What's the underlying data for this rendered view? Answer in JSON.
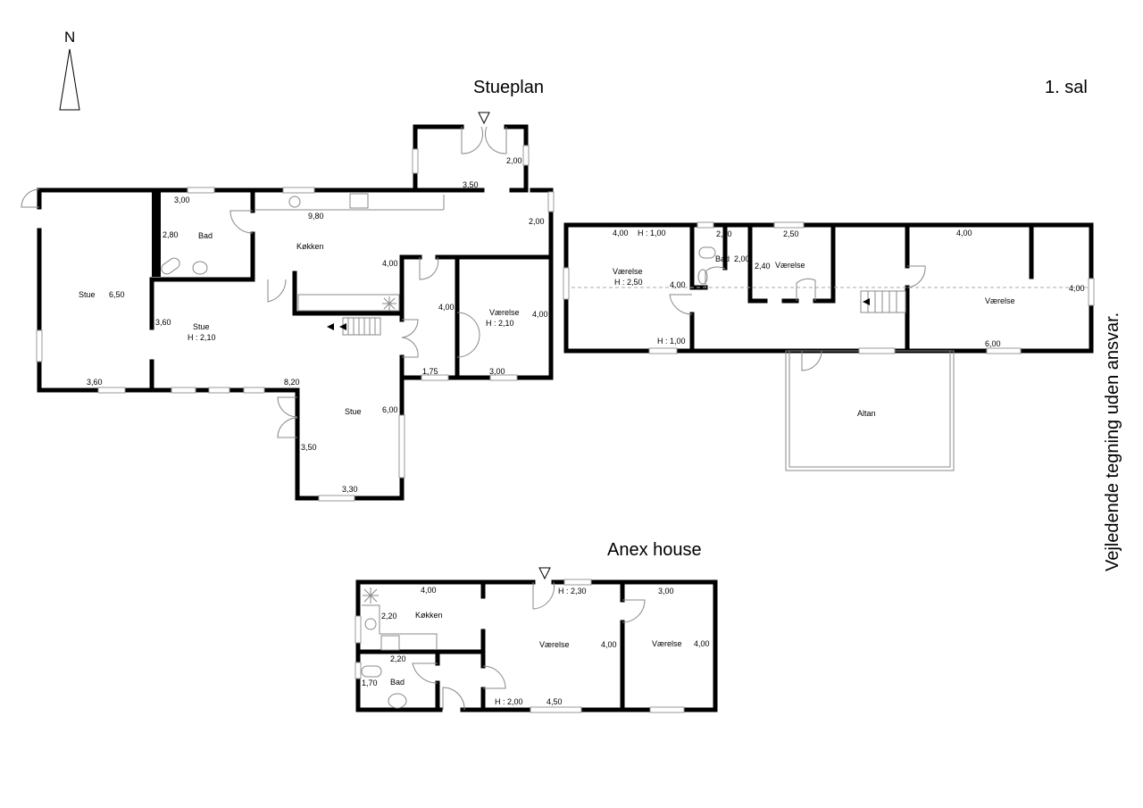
{
  "north_label": "N",
  "disclaimer": "Vejledende tegning uden ansvar.",
  "stueplan": {
    "title": "Stueplan",
    "rooms": [
      "Stue",
      "Bad",
      "Køkken",
      "Stue",
      "H : 2,10",
      "Værelse",
      "H : 2,10",
      "Stue"
    ],
    "dims": [
      "3,00",
      "9,80",
      "3,50",
      "2,00",
      "2,00",
      "2,80",
      "6,50",
      "4,00",
      "4,00",
      "4,00",
      "3,60",
      "3,60",
      "8,20",
      "1,75",
      "3,00",
      "6,00",
      "3,50",
      "3,30"
    ]
  },
  "first_floor": {
    "title": "1. sal",
    "rooms": [
      "Værelse",
      "H : 2,50",
      "Bad",
      "Værelse",
      "Værelse",
      "Altan"
    ],
    "dims": [
      "4,00",
      "H : 1,00",
      "2,00",
      "2,50",
      "4,00",
      "2,00",
      "2,40",
      "4,00",
      "4,00",
      "H : 1,00",
      "6,00"
    ]
  },
  "annex": {
    "title": "Anex house",
    "rooms": [
      "Køkken",
      "Bad",
      "Værelse",
      "Værelse"
    ],
    "dims": [
      "4,00",
      "2,20",
      "2,20",
      "1,70",
      "H : 2,30",
      "3,00",
      "4,00",
      "4,00",
      "H : 2,00",
      "4,50"
    ]
  }
}
